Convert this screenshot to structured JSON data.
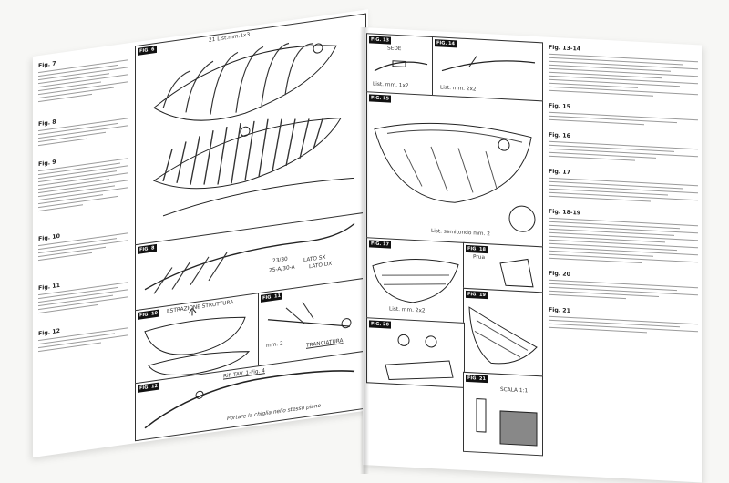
{
  "left_page": {
    "captions": [
      "Fig. 7",
      "Fig. 8",
      "Fig. 9",
      "Fig. 10",
      "Fig. 11",
      "Fig. 12"
    ],
    "figure_tags": [
      "FIG. 6",
      "FIG. 8",
      "FIG. 10",
      "FIG. 11",
      "FIG. 12"
    ],
    "labels": {
      "list_top": "21 List.mm.1x3",
      "side_left": "LATO SX",
      "side_right": "LATO DX",
      "part_code_a": "23/30",
      "part_code_b": "25-A/30-A",
      "extraction": "ESTRAZIONE STRUTTURA",
      "mm2": "mm. 2",
      "cutting": "TRANCIATURA",
      "ref": "Rif. TAV. 1-Fig. 4",
      "keel_note": "Portare la chiglia nello stesso piano"
    }
  },
  "right_page": {
    "captions": [
      "Fig. 13-14",
      "Fig. 15",
      "Fig. 16",
      "Fig. 17",
      "Fig. 18-19",
      "Fig. 20",
      "Fig. 21"
    ],
    "figure_tags": [
      "FIG. 13",
      "FIG. 14",
      "FIG. 15",
      "FIG. 17",
      "FIG. 18",
      "FIG. 19",
      "FIG. 20",
      "FIG. 21"
    ],
    "labels": {
      "sede": "SEDE",
      "list_2x2": "List. mm. 2x2",
      "list_1x2": "List. mm. 1x2",
      "list_semitondo": "List. semitondo mm. 2",
      "prua": "Prua",
      "scala": "SCALA 1:1"
    }
  }
}
